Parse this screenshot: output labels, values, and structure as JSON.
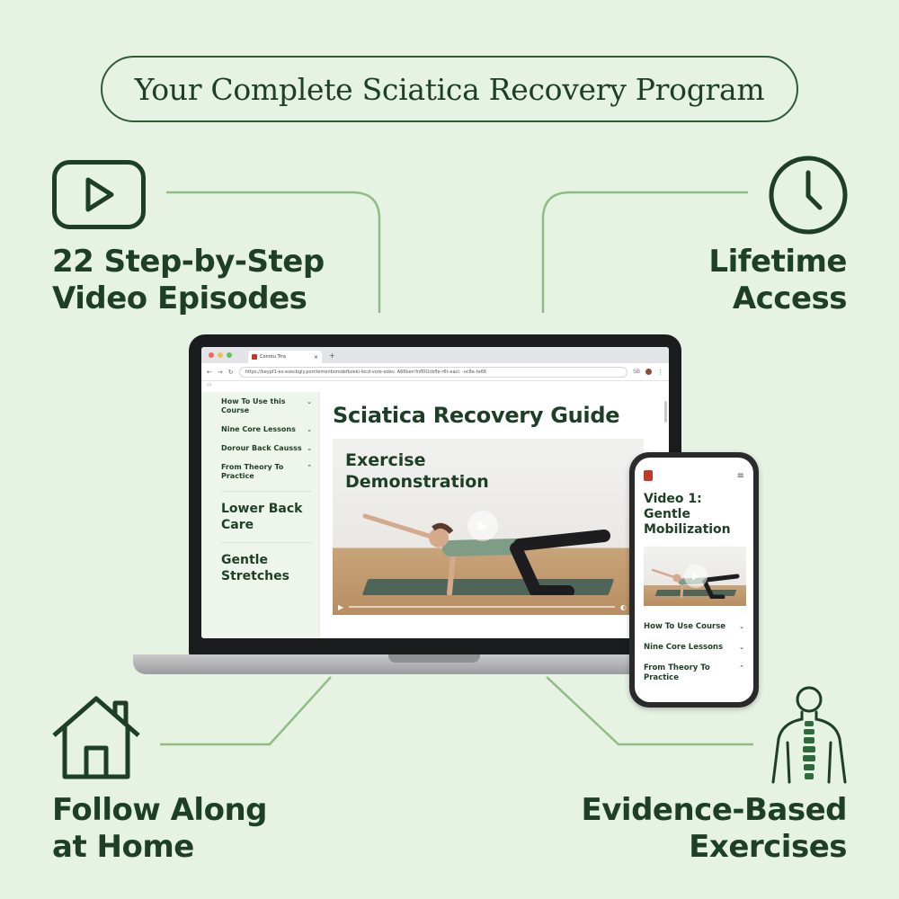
{
  "title": "Your Complete Sciatica Recovery Program",
  "features": {
    "top_left": {
      "icon": "play-icon",
      "line1": "22 Step-by-Step",
      "line2": "Video Episodes"
    },
    "top_right": {
      "icon": "clock-icon",
      "line1": "Lifetime",
      "line2": "Access"
    },
    "bottom_left": {
      "icon": "home-icon",
      "line1": "Follow Along",
      "line2": "at Home"
    },
    "bottom_right": {
      "icon": "spine-icon",
      "line1": "Evidence-Based",
      "line2": "Exercises"
    }
  },
  "laptop": {
    "tab_title": "Conrou Trra",
    "url": "https://beypf1-es-execbgiy.pomtemenbomdefbzeki-locd-vore-edev. A66ben'fnfl0Ocbfle-r6t-eacl: -oc8e-te66",
    "bookmark_label": "SB",
    "sidebar_items": [
      {
        "label": "How To Use this Course",
        "chevron": "⌄"
      },
      {
        "label": "Nine Core Lessons",
        "chevron": "⌄"
      },
      {
        "label": "Dorour Back Causss",
        "chevron": "⌄"
      },
      {
        "label": "From Theory To Practice",
        "chevron": "⌃"
      }
    ],
    "sidebar_sections": [
      "Lower Back Care",
      "Gentle Stretches"
    ],
    "main_title": "Sciatica Recovery Guide",
    "video_caption_line1": "Exercise",
    "video_caption_line2": "Demonstration"
  },
  "phone": {
    "title_line1": "Video 1: Gentle",
    "title_line2": "Mobilization",
    "items": [
      {
        "label": "How To Use Course",
        "chevron": "⌄"
      },
      {
        "label": "Nine Core Lessons",
        "chevron": "⌄"
      },
      {
        "label": "From Theory To Practice",
        "chevron": "⌃"
      }
    ]
  },
  "colors": {
    "background": "#e6f2e2",
    "text_dark_green": "#1d3f26",
    "line_green": "#8fbe84"
  }
}
